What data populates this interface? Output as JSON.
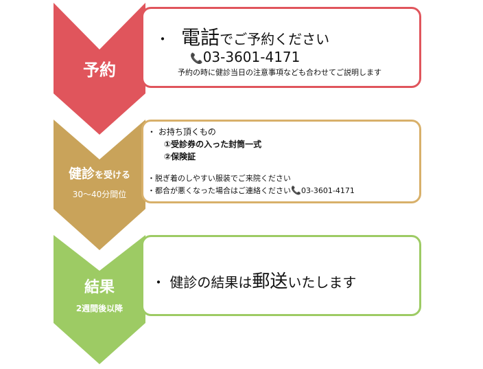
{
  "colors": {
    "step1": "#e0555c",
    "step2": "#c9a35a",
    "step3": "#9dcb64",
    "step2_border": "#d8b06a"
  },
  "steps": [
    {
      "label": "予約",
      "bullet": "・",
      "title_big": "電話",
      "title_small": "でご予約ください",
      "phone_icon": "telephone-icon",
      "phone": "03-3601-4171",
      "note": "予約の時に健診当日の注意事項なども合わせてご説明します"
    },
    {
      "label_big": "健診",
      "label_small": "を受ける",
      "label_sub": "30～40分間位",
      "items_title": "・ お持ち頂くもの",
      "item_1": "①受診券の入った封筒一式",
      "item_2": "②保険証",
      "note_1": "・脱ぎ着のしやすい服装でご来院ください",
      "note_2": "・都合が悪くなった場合はご連絡ください",
      "phone_icon": "telephone-icon",
      "phone": "03-3601-4171"
    },
    {
      "label": "結果",
      "label_sub": "2週間後以降",
      "text_prefix": "・ 健診の結果は",
      "text_big": "郵送",
      "text_suffix": "いたします"
    }
  ]
}
